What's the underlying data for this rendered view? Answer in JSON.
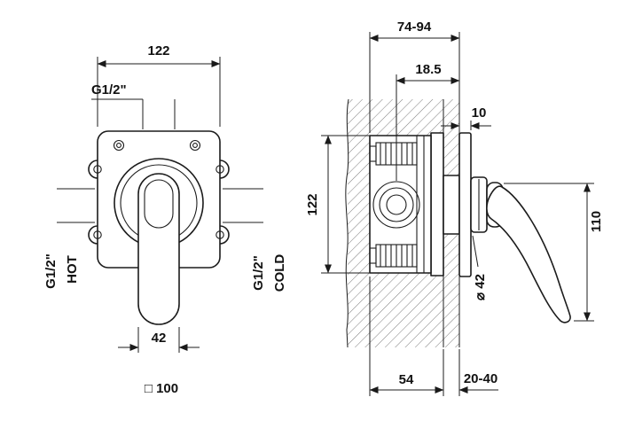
{
  "drawing": {
    "front_view": {
      "dim_width": "122",
      "top_thread": "G1/2\"",
      "hot_thread": "G1/2\"",
      "hot_label": "HOT",
      "cold_thread": "G1/2\"",
      "cold_label": "COLD",
      "dim_handle_width": "42",
      "dim_plate": "□ 100"
    },
    "side_view": {
      "dim_depth_range": "74-94",
      "dim_center": "18.5",
      "dim_plate_thickness": "10",
      "dim_height": "122",
      "dim_lever_length": "110",
      "dim_diameter": "⌀ 42",
      "dim_body_depth": "54",
      "dim_finish_range": "20-40"
    }
  }
}
